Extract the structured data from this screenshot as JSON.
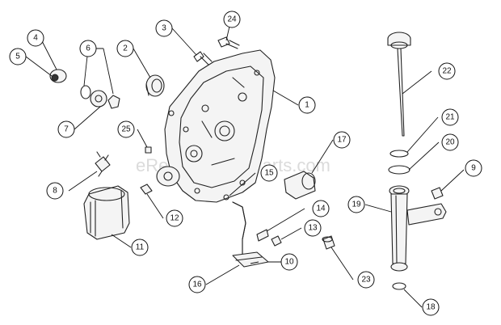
{
  "watermark": "eReplacementParts.com",
  "callouts": [
    {
      "num": "1"
    },
    {
      "num": "2"
    },
    {
      "num": "3"
    },
    {
      "num": "4"
    },
    {
      "num": "5"
    },
    {
      "num": "6"
    },
    {
      "num": "7"
    },
    {
      "num": "8"
    },
    {
      "num": "9"
    },
    {
      "num": "10"
    },
    {
      "num": "11"
    },
    {
      "num": "12"
    },
    {
      "num": "13"
    },
    {
      "num": "14"
    },
    {
      "num": "15"
    },
    {
      "num": "16"
    },
    {
      "num": "17"
    },
    {
      "num": "18"
    },
    {
      "num": "19"
    },
    {
      "num": "20"
    },
    {
      "num": "21"
    },
    {
      "num": "22"
    },
    {
      "num": "23"
    },
    {
      "num": "24"
    },
    {
      "num": "25"
    }
  ]
}
